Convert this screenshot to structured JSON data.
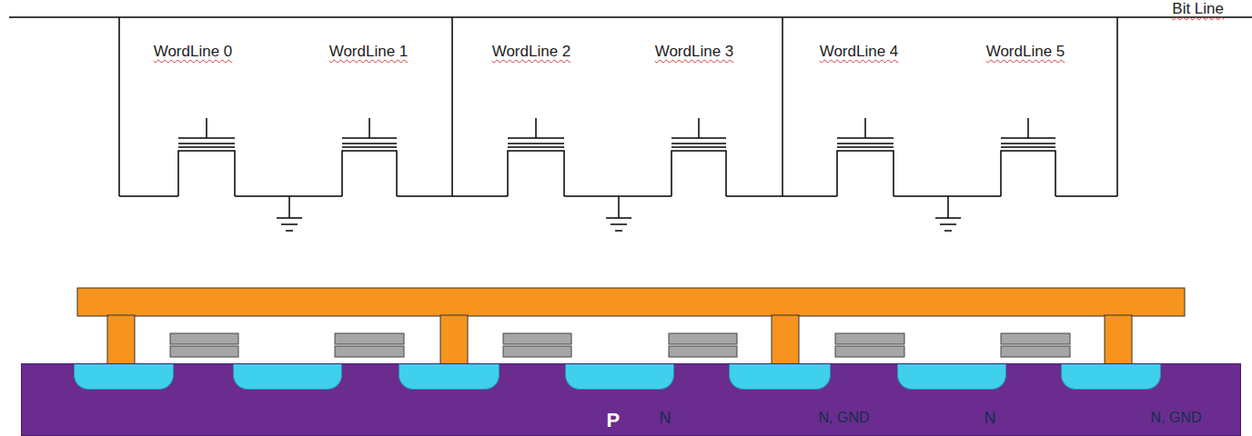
{
  "diagram": {
    "nodes": [
      {
        "text": [
          "P"
        ]
      },
      {
        "text": [
          "N"
        ],
        "in": 0
      },
      {
        "text": [
          "N, GND"
        ],
        "in": 0
      },
      {
        "text": [
          "N"
        ],
        "in": 0
      },
      {
        "text": [
          "N, GND"
        ],
        "in": 0
      },
      {
        "text": [
          "N"
        ],
        "in": 0
      },
      {
        "text": [
          "N, GND"
        ],
        "in": 0
      },
      {
        "text": [
          "N"
        ],
        "in": 0
      }
    ],
    "labels": [
      "Bit Line",
      "WordLine 0",
      "WordLine 1",
      "WordLine 2",
      "WordLine 3",
      "WordLine 4",
      "WordLine 5"
    ]
  }
}
